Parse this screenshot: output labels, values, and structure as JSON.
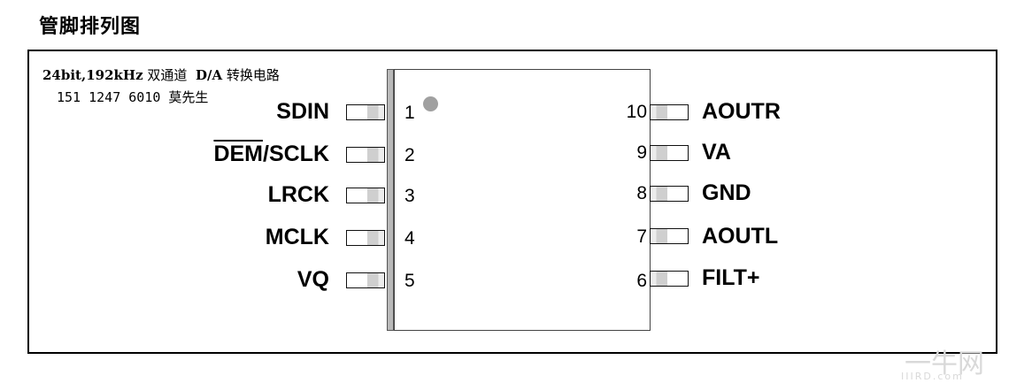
{
  "heading": "管脚排列图",
  "description": {
    "spec_bold": "24bit,192kHz",
    "channels": "双通道",
    "type_bold": "D/A",
    "circuit": "转换电路",
    "contact": "151 1247 6010 莫先生"
  },
  "pins_left": [
    {
      "num": "1",
      "name": "SDIN"
    },
    {
      "num": "2",
      "name_overline": "DEM",
      "name_rest": "/SCLK"
    },
    {
      "num": "3",
      "name": "LRCK"
    },
    {
      "num": "4",
      "name": "MCLK"
    },
    {
      "num": "5",
      "name": "VQ"
    }
  ],
  "pins_right": [
    {
      "num": "10",
      "name": "AOUTR"
    },
    {
      "num": "9",
      "name": "VA"
    },
    {
      "num": "8",
      "name": "GND"
    },
    {
      "num": "7",
      "name": "AOUTL"
    },
    {
      "num": "6",
      "name": "FILT+"
    }
  ],
  "watermark": {
    "main": "一牛网",
    "sub": "IIIRD.com"
  }
}
